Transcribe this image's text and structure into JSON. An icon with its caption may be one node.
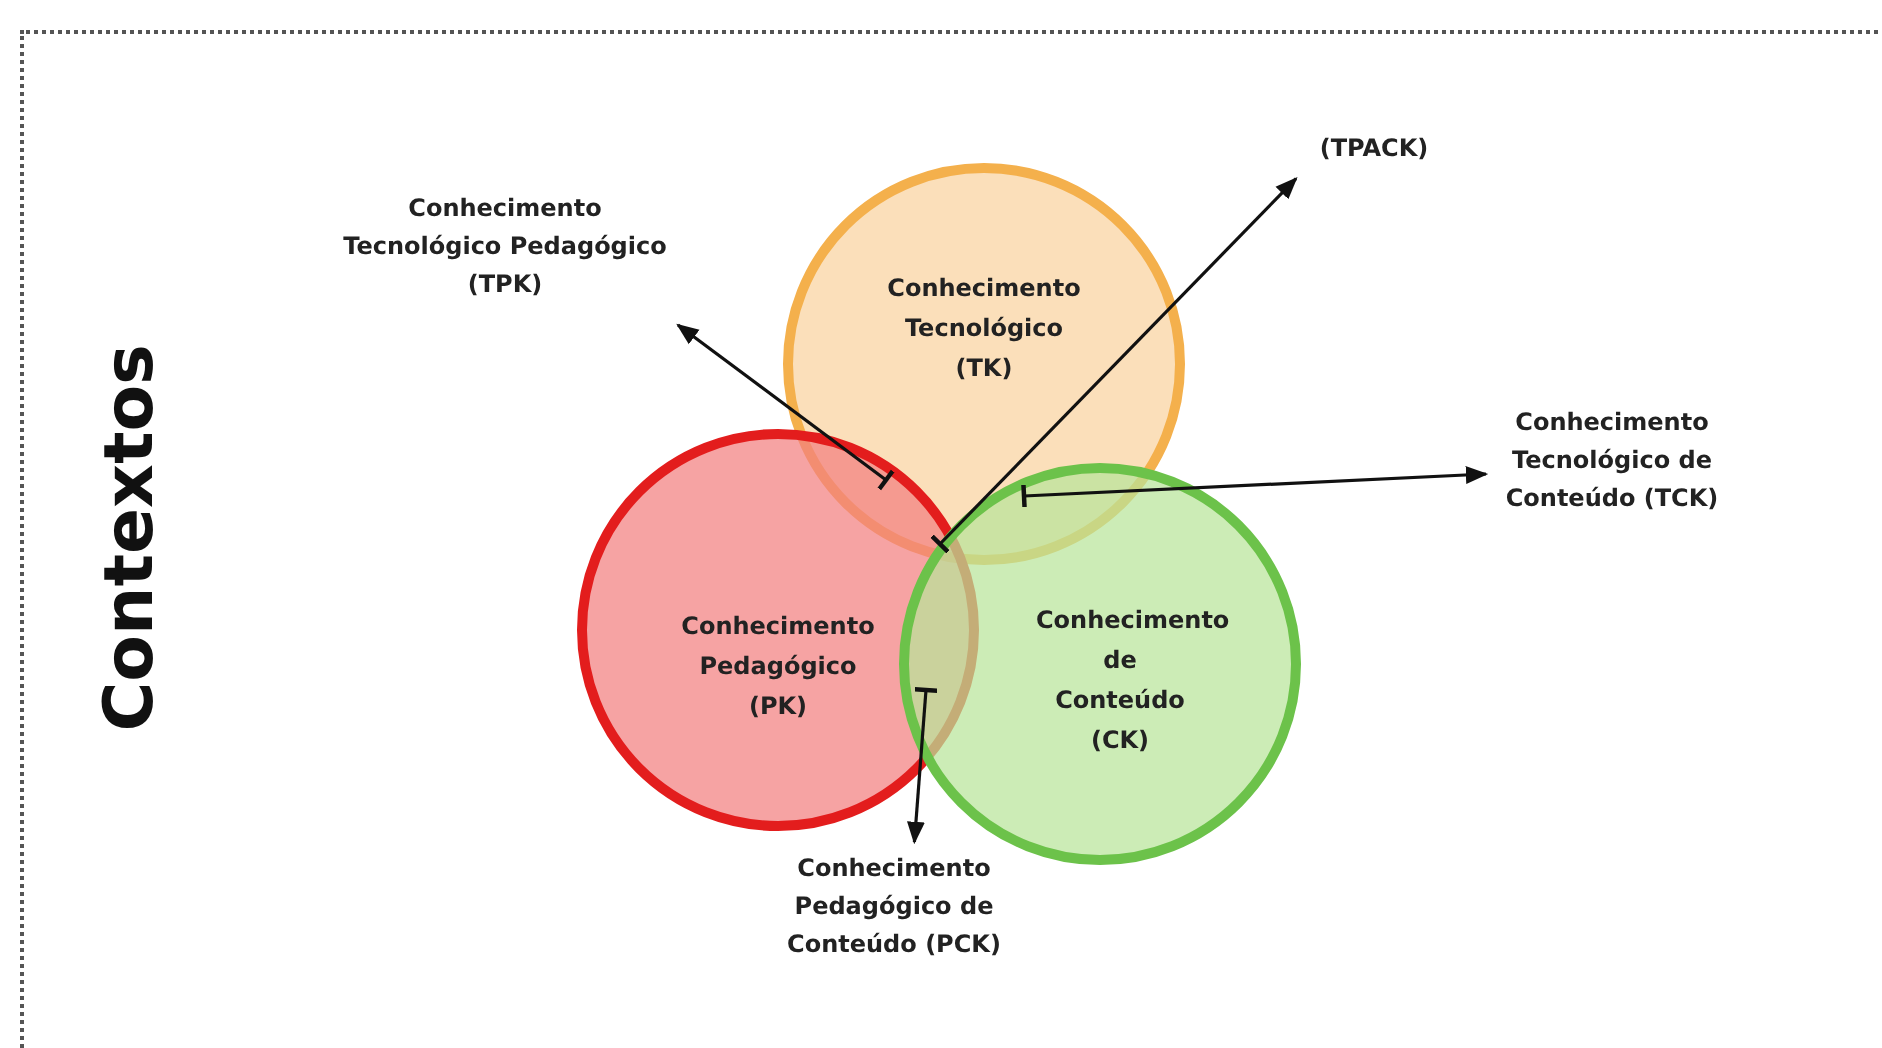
{
  "diagram": {
    "nodes": [
      {
        "text": [
          "Contextos"
        ]
      },
      {
        "text": [
          "Conhecimento Tecnológico (TK)"
        ],
        "in": 0
      },
      {
        "text": [
          "Conhecimento Pedagógico (PK)"
        ],
        "in": 0
      },
      {
        "text": [
          "Conhecimento de Conteúdo (CK)"
        ],
        "in": 0
      },
      {
        "text": [
          "Conhecimento Tecnológico Pedagógico (TPK)"
        ],
        "in": 0
      },
      {
        "text": [
          "(TPACK)"
        ],
        "in": 0
      },
      {
        "text": [
          "Conhecimento Tecnológico de Conteúdo (TCK)"
        ],
        "in": 0
      },
      {
        "text": [
          "Conhecimento Pedagógico de Conteúdo (PCK)"
        ],
        "in": 0
      }
    ],
    "edges": [
      {
        "from": 1,
        "to": 4,
        "arrow": "to"
      },
      {
        "from": 1,
        "to": 5,
        "arrow": "to"
      },
      {
        "from": 1,
        "to": 6,
        "arrow": "to"
      },
      {
        "from": 2,
        "to": 7,
        "arrow": "to"
      }
    ]
  }
}
